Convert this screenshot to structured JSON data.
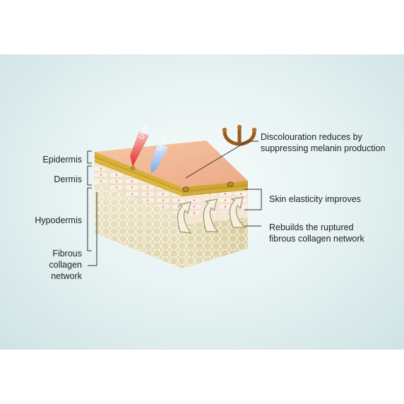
{
  "layer_labels": {
    "epidermis": "Epidermis",
    "dermis": "Dermis",
    "hypodermis": "Hypodermis",
    "fibrous": [
      "Fibrous",
      "collagen",
      "network"
    ]
  },
  "uv": {
    "uvb": "UVB",
    "uva": "UVA"
  },
  "callouts": {
    "discolouration": [
      "Discolouration reduces by",
      "suppressing melanin production"
    ],
    "elasticity": "Skin elasticity improves",
    "rebuilds": [
      "Rebuilds the ruptured",
      "fibrous collagen network"
    ]
  },
  "colors": {
    "background": "#d9ebec",
    "skin_top": "#f3b894",
    "epidermis_cells": "#d9b43a",
    "dermis": "#f6ead7",
    "hypodermis": "#e9e0bf",
    "uvb_arrow": "#e03228",
    "uva_arrow": "#8fb8e6",
    "melanocyte": "#9a5a1e"
  }
}
